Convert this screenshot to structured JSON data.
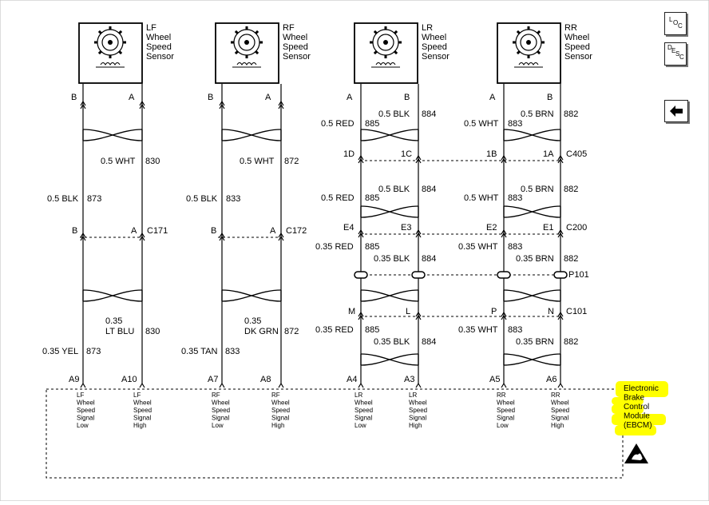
{
  "nav": {
    "loc": {
      "l1": "L",
      "l2": "O",
      "l3": "C"
    },
    "desc": {
      "l1": "D",
      "l2": "E",
      "l3": "S",
      "l4": "C"
    },
    "back_icon": "left-arrow-icon"
  },
  "module": {
    "lines": [
      "Electronic",
      "Brake",
      "Control",
      "Module",
      "(EBCM)"
    ],
    "highlight_color": "#ffff00",
    "icon": "esd-warning-icon"
  },
  "sensors": {
    "lf": {
      "title": [
        "LF",
        "Wheel",
        "Speed",
        "Sensor"
      ],
      "pin_left": "B",
      "pin_right": "A"
    },
    "rf": {
      "title": [
        "RF",
        "Wheel",
        "Speed",
        "Sensor"
      ],
      "pin_left": "B",
      "pin_right": "A"
    },
    "lr": {
      "title": [
        "LR",
        "Wheel",
        "Speed",
        "Sensor"
      ],
      "pin_left": "A",
      "pin_right": "B"
    },
    "rr": {
      "title": [
        "RR",
        "Wheel",
        "Speed",
        "Sensor"
      ],
      "pin_left": "A",
      "pin_right": "B"
    }
  },
  "lf": {
    "w1": "0.5 WHT",
    "c1": "830",
    "w2": "0.5 BLK",
    "c2": "873",
    "conn_l": "B",
    "conn_r": "A",
    "conn": "C171",
    "w3a": "0.35",
    "w3b": "LT BLU",
    "c3": "830",
    "w4": "0.35 YEL",
    "c4": "873",
    "term_l": "A9",
    "term_r": "A10"
  },
  "rf": {
    "w1": "0.5 WHT",
    "c1": "872",
    "w2": "0.5 BLK",
    "c2": "833",
    "conn_l": "B",
    "conn_r": "A",
    "conn": "C172",
    "w3a": "0.35",
    "w3b": "DK GRN",
    "c3": "872",
    "w4": "0.35 TAN",
    "c4": "833",
    "term_l": "A7",
    "term_r": "A8"
  },
  "lr": {
    "w_a": "0.5 BLK",
    "c_a": "884",
    "w_b": "0.5 RED",
    "c_b": "885",
    "c405_l": "1D",
    "c405_r": "1C",
    "w_c": "0.5 BLK",
    "c_c": "884",
    "w_d": "0.5 RED",
    "c_d": "885",
    "c200_l": "E4",
    "c200_r": "E3",
    "w_e": "0.35 RED",
    "c_e": "885",
    "w_f": "0.35 BLK",
    "c_f": "884",
    "c101_l": "M",
    "c101_r": "L",
    "w_g": "0.35 RED",
    "c_g": "885",
    "w_h": "0.35 BLK",
    "c_h": "884",
    "term_l": "A4",
    "term_r": "A3"
  },
  "rr": {
    "w_a": "0.5 BRN",
    "c_a": "882",
    "w_b": "0.5 WHT",
    "c_b": "883",
    "c405_l": "1B",
    "c405_r": "1A",
    "c405": "C405",
    "w_c": "0.5 BRN",
    "c_c": "882",
    "w_d": "0.5 WHT",
    "c_d": "883",
    "c200_l": "E2",
    "c200_r": "E1",
    "c200": "C200",
    "w_e": "0.35 WHT",
    "c_e": "883",
    "w_f": "0.35 BRN",
    "c_f": "882",
    "p101": "P101",
    "c101_l": "P",
    "c101_r": "N",
    "c101": "C101",
    "w_g": "0.35 WHT",
    "c_g": "883",
    "w_h": "0.35 BRN",
    "c_h": "882",
    "term_l": "A5",
    "term_r": "A6"
  },
  "ebcm_pins": {
    "lf_low": [
      "LF",
      "Wheel",
      "Speed",
      "Signal",
      "Low"
    ],
    "lf_high": [
      "LF",
      "Wheel",
      "Speed",
      "Signal",
      "High"
    ],
    "rf_low": [
      "RF",
      "Wheel",
      "Speed",
      "Signal",
      "Low"
    ],
    "rf_high": [
      "RF",
      "Wheel",
      "Speed",
      "Signal",
      "High"
    ],
    "lr_low": [
      "LR",
      "Wheel",
      "Speed",
      "Signal",
      "Low"
    ],
    "lr_high": [
      "LR",
      "Wheel",
      "Speed",
      "Signal",
      "High"
    ],
    "rr_low": [
      "RR",
      "Wheel",
      "Speed",
      "Signal",
      "Low"
    ],
    "rr_high": [
      "RR",
      "Wheel",
      "Speed",
      "Signal",
      "High"
    ]
  }
}
